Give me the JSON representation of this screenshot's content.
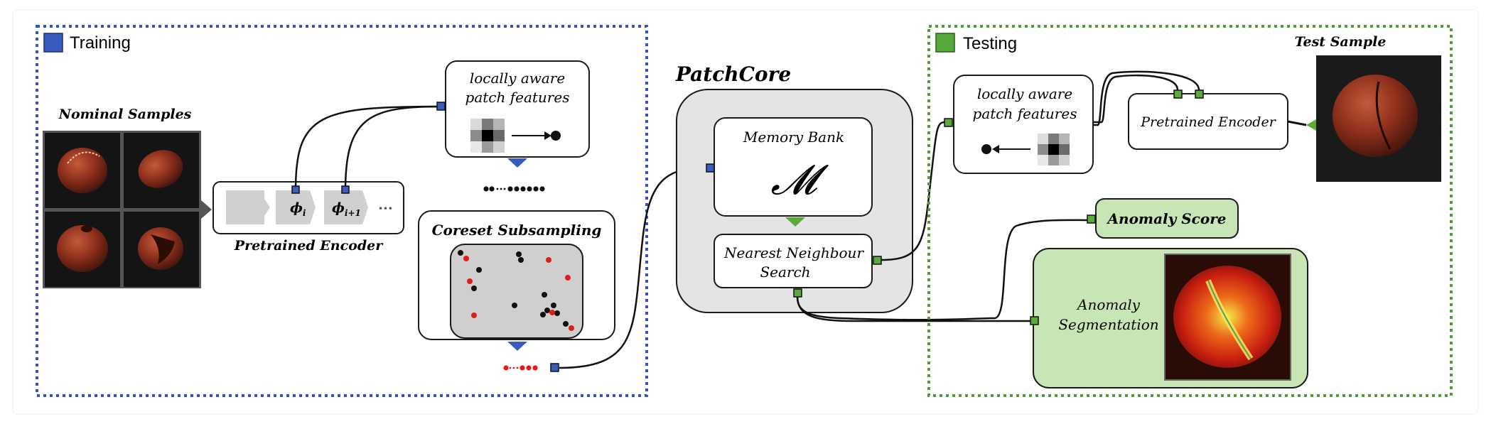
{
  "training": {
    "title": "Training",
    "nominal_samples_label": "Nominal Samples",
    "encoder_label": "Pretrained Encoder",
    "phi_i": "ϕ",
    "phi_i_sub": "i",
    "phi_i1": "ϕ",
    "phi_i1_sub": "i+1",
    "ellipsis": "···",
    "patch_features_line1": "locally aware",
    "patch_features_line2": "patch features",
    "coreset_label": "Coreset Subsampling",
    "colors": {
      "accent": "#3355bb",
      "box_border": "#1a1a1a"
    }
  },
  "patchcore": {
    "title": "PatchCore",
    "memory_bank_label": "Memory Bank",
    "memory_bank_symbol": "𝓜",
    "nn_line1": "Nearest Neighbour",
    "nn_line2": "Search",
    "colors": {
      "panel": "#e4e4e4",
      "arrow": "#5aaa3c"
    }
  },
  "testing": {
    "title": "Testing",
    "test_sample_label": "Test Sample",
    "encoder_label": "Pretrained Encoder",
    "patch_features_line1": "locally aware",
    "patch_features_line2": "patch features",
    "anomaly_score_label": "Anomaly Score",
    "anomaly_seg_line1": "Anomaly",
    "anomaly_seg_line2": "Segmentation",
    "colors": {
      "accent": "#4f9b34",
      "box_fill": "#c7e5b5"
    }
  }
}
